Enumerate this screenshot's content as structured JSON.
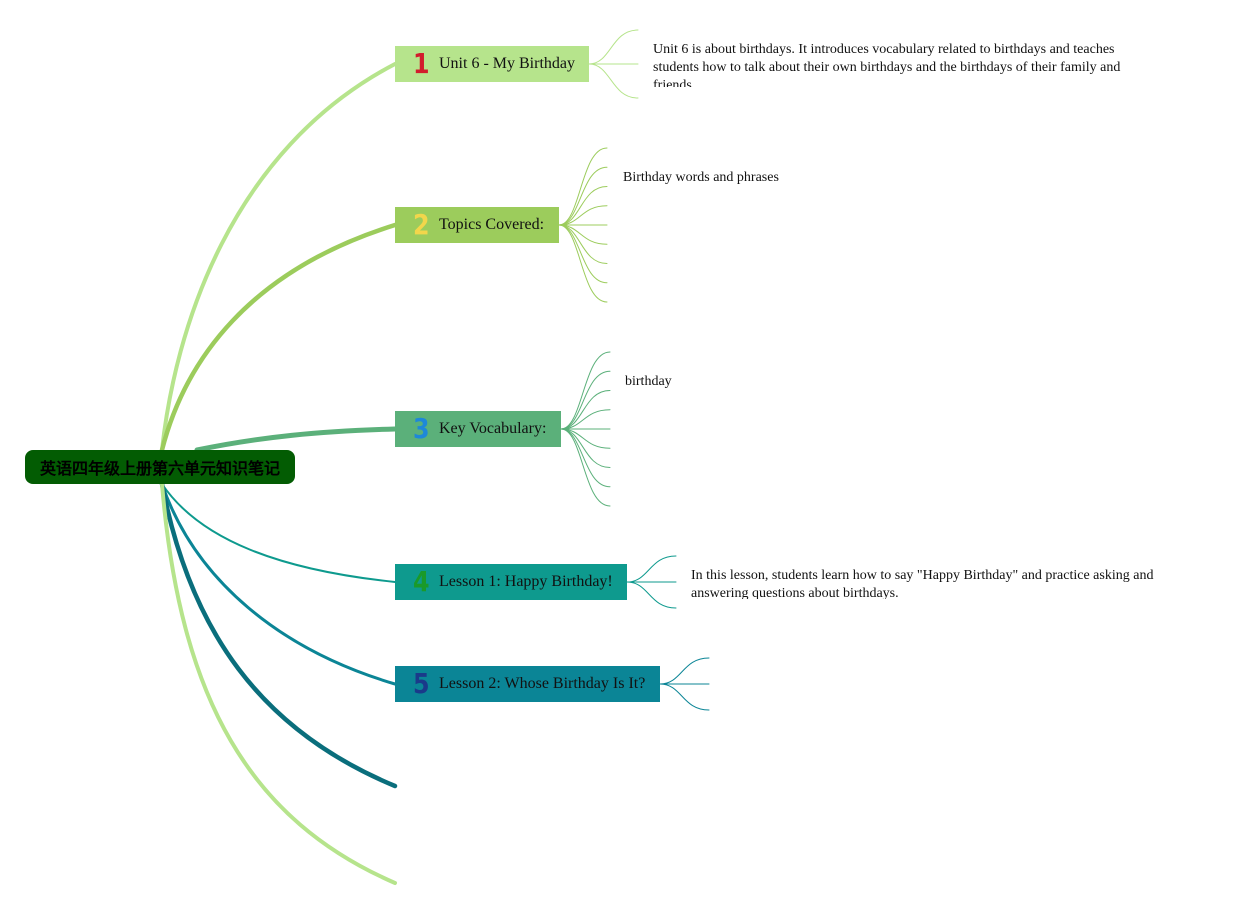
{
  "root": {
    "title": "英语四年级上册第六单元知识笔记",
    "color": "#035c03"
  },
  "branches": [
    {
      "number": "1",
      "label": "Unit 6 - My Birthday",
      "box_color": "#b6e48c",
      "number_color": "#d21c2c",
      "line_color": "#b6e48c",
      "leaf_text": "Unit 6 is about birthdays. It introduces vocabulary related to birthdays and teaches students how to talk about their own birthdays and the birthdays of their family and friends."
    },
    {
      "number": "2",
      "label": "Topics Covered:",
      "box_color": "#9ccc5c",
      "number_color": "#f2d64b",
      "line_color": "#9ccc5c",
      "leaf_text": "Birthday words and phrases"
    },
    {
      "number": "3",
      "label": "Key Vocabulary:",
      "box_color": "#5bb07a",
      "number_color": "#1e88d8",
      "line_color": "#5bb07a",
      "leaf_text": "birthday"
    },
    {
      "number": "4",
      "label": "Lesson 1: Happy Birthday!",
      "box_color": "#0e9a8e",
      "number_color": "#1a9a2a",
      "line_color": "#0e9a8e",
      "leaf_text": "In this lesson, students learn how to say \"Happy Birthday\" and practice asking and answering questions about birthdays."
    },
    {
      "number": "5",
      "label": "Lesson 2: Whose Birthday Is It?",
      "box_color": "#0b8596",
      "number_color": "#1a3a8a",
      "line_color": "#0b8596",
      "leaf_text": ""
    }
  ],
  "extra_lines": {
    "branch6_color": "#0a6e7c",
    "branch7_color": "#b6e48c"
  }
}
